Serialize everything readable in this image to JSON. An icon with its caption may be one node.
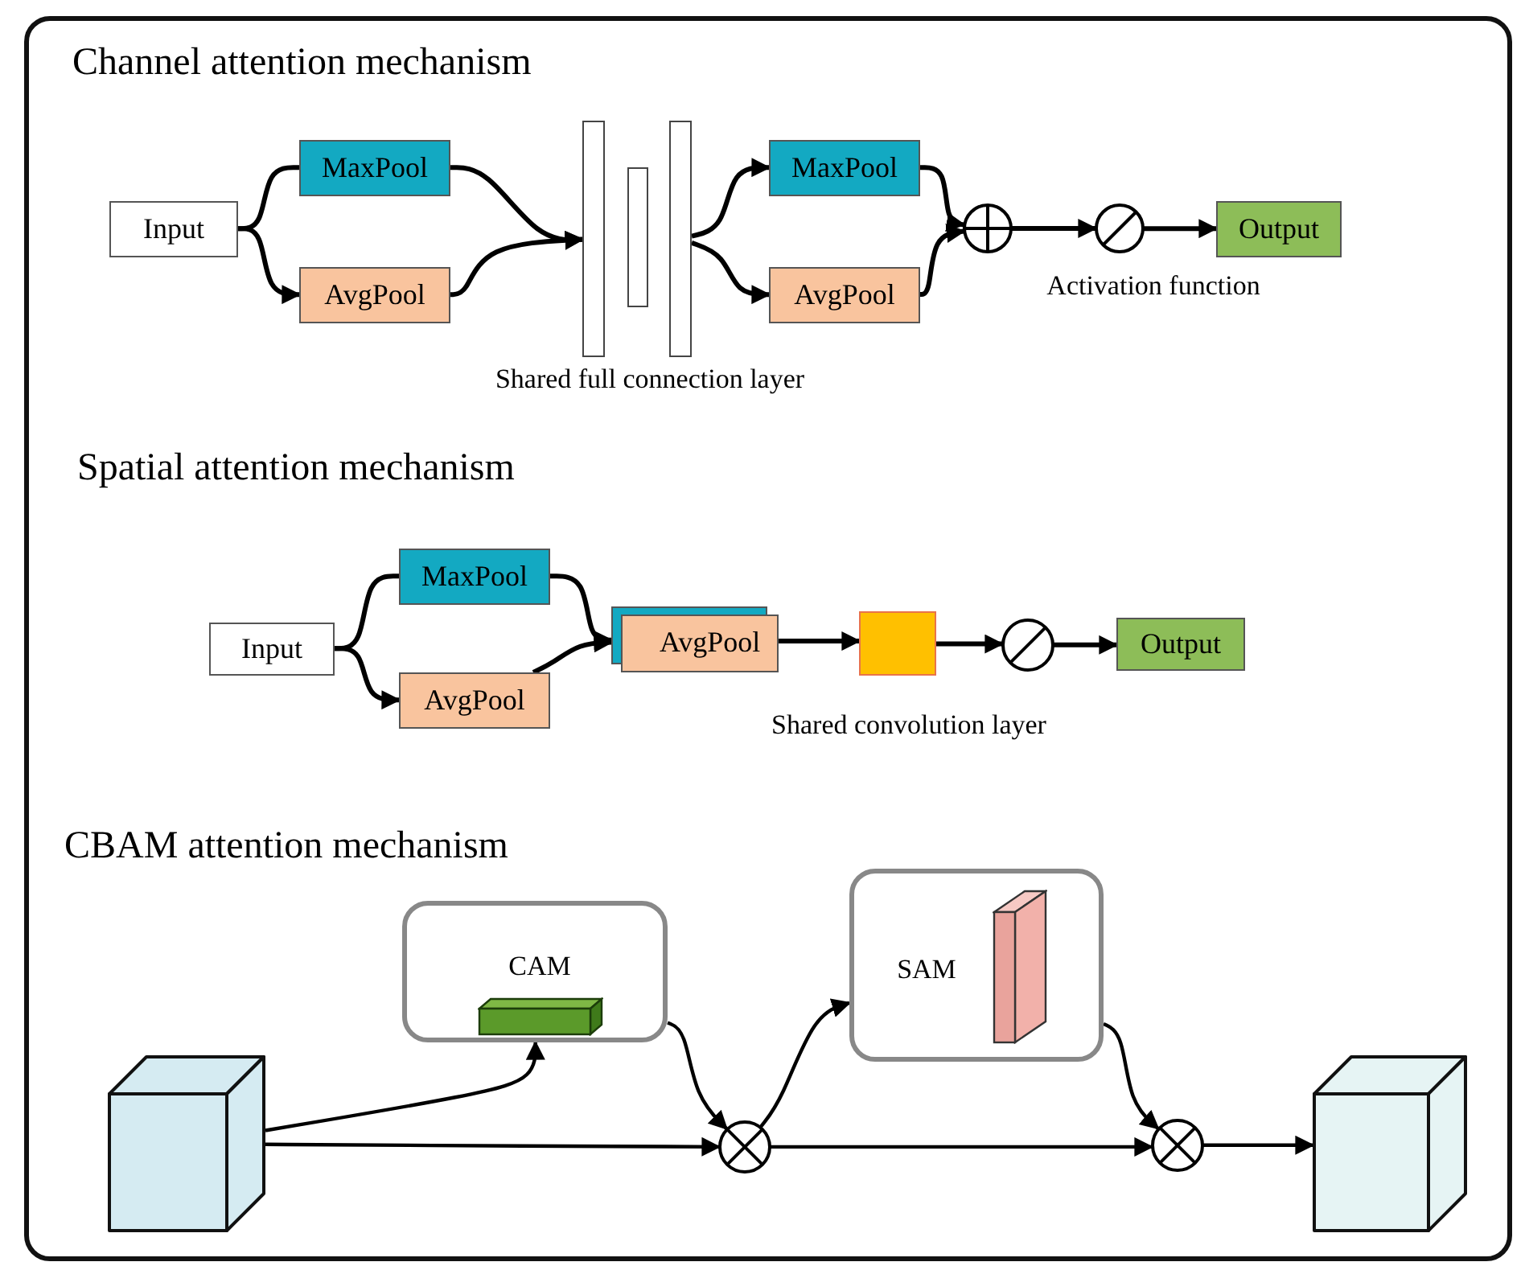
{
  "diagram": {
    "nodes": [
      {
        "text": [
          "Input"
        ]
      },
      {
        "text": [
          "MaxPool"
        ]
      },
      {
        "text": [
          "AvgPool"
        ]
      },
      {
        "text": [],
        "shape": "bar"
      },
      {
        "text": [],
        "shape": "bar"
      },
      {
        "text": [],
        "shape": "bar"
      },
      {
        "text": [
          "MaxPool"
        ]
      },
      {
        "text": [
          "AvgPool"
        ]
      },
      {
        "text": [],
        "shape": "circle"
      },
      {
        "text": [],
        "shape": "circle"
      },
      {
        "text": [
          "Output"
        ]
      },
      {
        "text": [
          "Input"
        ]
      },
      {
        "text": [
          "MaxPool"
        ]
      },
      {
        "text": [
          "AvgPool"
        ]
      },
      {
        "text": [
          "AvgPool"
        ]
      },
      {
        "text": [],
        "shape": "box"
      },
      {
        "text": [],
        "shape": "circle"
      },
      {
        "text": [
          "Output"
        ]
      },
      {
        "text": [],
        "shape": "cube"
      },
      {
        "text": [
          "CAM"
        ]
      },
      {
        "text": [
          "SAM"
        ]
      },
      {
        "text": [],
        "shape": "circle"
      },
      {
        "text": [],
        "shape": "circle"
      },
      {
        "text": [],
        "shape": "cube"
      }
    ],
    "edges": [
      {
        "from": 0,
        "to": 1,
        "arrow": "none"
      },
      {
        "from": 0,
        "to": 2,
        "arrow": "to"
      },
      {
        "from": 1,
        "to": 3,
        "arrow": "to"
      },
      {
        "from": 2,
        "to": 3,
        "arrow": "to"
      },
      {
        "from": 5,
        "to": 6,
        "arrow": "to"
      },
      {
        "from": 5,
        "to": 7,
        "arrow": "to"
      },
      {
        "from": 6,
        "to": 8,
        "arrow": "to"
      },
      {
        "from": 7,
        "to": 8,
        "arrow": "to"
      },
      {
        "from": 8,
        "to": 9,
        "arrow": "to"
      },
      {
        "from": 9,
        "to": 10,
        "arrow": "to"
      },
      {
        "from": 11,
        "to": 12,
        "arrow": "none"
      },
      {
        "from": 11,
        "to": 13,
        "arrow": "to"
      },
      {
        "from": 12,
        "to": 14,
        "arrow": "to"
      },
      {
        "from": 13,
        "to": 14,
        "arrow": "to"
      },
      {
        "from": 14,
        "to": 15,
        "arrow": "to"
      },
      {
        "from": 15,
        "to": 16,
        "arrow": "to"
      },
      {
        "from": 16,
        "to": 17,
        "arrow": "to"
      },
      {
        "from": 18,
        "to": 19,
        "arrow": "to"
      },
      {
        "from": 18,
        "to": 21,
        "arrow": "to"
      },
      {
        "from": 19,
        "to": 21,
        "arrow": "to"
      },
      {
        "from": 21,
        "to": 20,
        "arrow": "to"
      },
      {
        "from": 21,
        "to": 22,
        "arrow": "to"
      },
      {
        "from": 20,
        "to": 22,
        "arrow": "to"
      },
      {
        "from": 22,
        "to": 23,
        "arrow": "to"
      }
    ],
    "labels": [
      "Channel attention mechanism",
      "Activation function",
      "Shared full connection layer",
      "Spatial attention mechanism",
      "Shared convolution layer",
      "CBAM attention mechanism"
    ]
  }
}
